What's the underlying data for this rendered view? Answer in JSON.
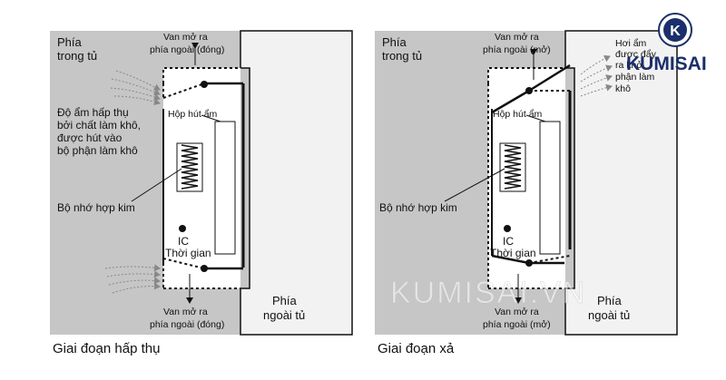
{
  "left_panel": {
    "inside_label": [
      "Phía",
      "trong tủ"
    ],
    "top_valve": [
      "Van mở ra",
      "phía ngoài (đóng)"
    ],
    "desiccant_note": [
      "Độ ẩm hấp thụ",
      "bởi chất làm khô,",
      "được hút vào",
      "bộ phận làm khô"
    ],
    "box_label": "Hộp hút ẩm",
    "alloy_label": "Bộ nhớ hợp kim",
    "ic_label": [
      "IC",
      "Thời gian"
    ],
    "bottom_valve": [
      "Van mở ra",
      "phía ngoài (đóng)"
    ],
    "outside_label": [
      "Phía",
      "ngoài tủ"
    ],
    "caption": "Giai đoạn hấp thụ"
  },
  "right_panel": {
    "inside_label": [
      "Phía",
      "trong tủ"
    ],
    "top_valve": [
      "Van mở ra",
      "phía ngoài (mở)"
    ],
    "moisture_note": [
      "Hơi ẩm",
      "được đẩy",
      "ra khỏi",
      "phận làm",
      "khô"
    ],
    "box_label": "Hộp hút ẩm",
    "alloy_label": "Bộ nhớ hợp kim",
    "ic_label": [
      "IC",
      "Thời gian"
    ],
    "bottom_valve": [
      "Van mở ra",
      "phía ngoài (mở)"
    ],
    "outside_label": [
      "Phía",
      "ngoài tủ"
    ],
    "caption": "Giai đoạn xả"
  },
  "watermark": "KUMISAI.VN",
  "logo": {
    "text": "KUMISAI",
    "letter": "K"
  },
  "colors": {
    "inside_gray": "#c6c6c6",
    "panel_bg": "#efefef",
    "line": "#111111",
    "logo_blue": "#1a2f6b"
  }
}
